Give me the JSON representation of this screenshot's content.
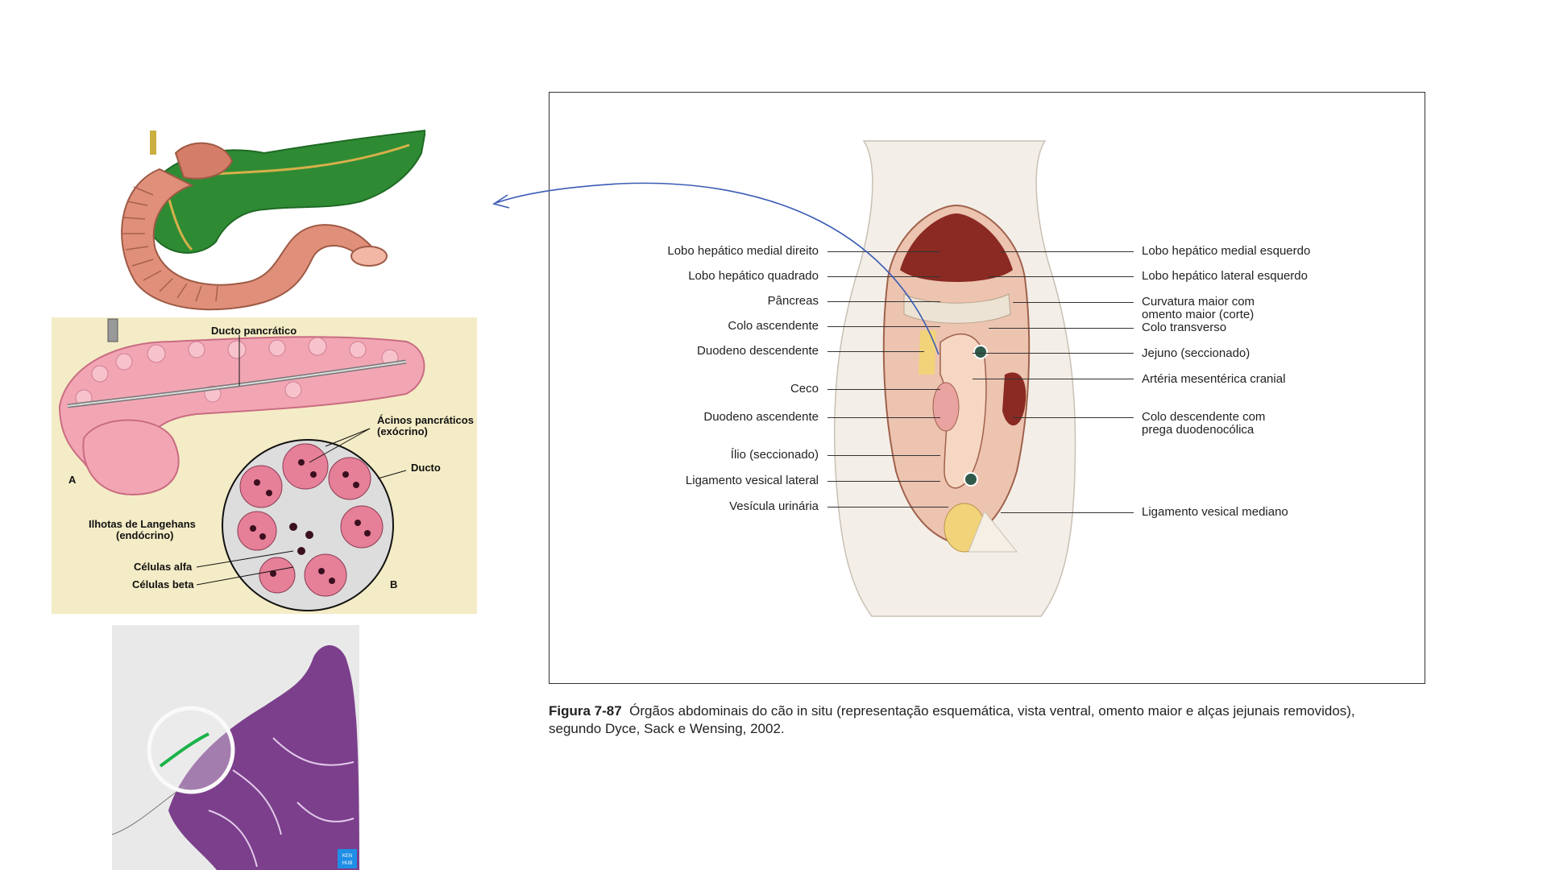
{
  "colors": {
    "pancreas_green": "#2e8b34",
    "duodenum_salmon": "#e0907a",
    "mid_panel_bg": "#f4ecc6",
    "histology_purple": "#7b3f8c",
    "arrow_blue": "#3b5bb5"
  },
  "middle_panel": {
    "ducto_pancreatico": "Ducto pancrático",
    "acinos_line1": "Ácinos pancráticos",
    "acinos_line2": "(exócrino)",
    "ducto": "Ducto",
    "label_a": "A",
    "ilhotas_line1": "Ilhotas de Langehans",
    "ilhotas_line2": "(endócrino)",
    "celulas_alfa": "Células alfa",
    "celulas_beta": "Células beta",
    "label_b": "B"
  },
  "histology": {
    "badge_line1": "KEN",
    "badge_line2": "HUB"
  },
  "figure": {
    "left_labels": [
      "Lobo hepático medial direito",
      "Lobo hepático quadrado",
      "Pâncreas",
      "Colo ascendente",
      "Duodeno descendente",
      "Ceco",
      "Duodeno ascendente",
      "Ílio (seccionado)",
      "Ligamento vesical lateral",
      "Vesícula urinária"
    ],
    "right_labels": [
      "Lobo hepático medial esquerdo",
      "Lobo hepático lateral esquerdo",
      "Curvatura maior com",
      "omento maior (corte)",
      "Colo transverso",
      "Jejuno (seccionado)",
      "Artéria mesentérica cranial",
      "Colo descendente com",
      "prega duodenocólica",
      "Ligamento vesical mediano"
    ],
    "caption_bold": "Figura 7-87",
    "caption_line1": "Órgãos abdominais do cão in situ (representação esquemática, vista ventral, omento maior e alças jejunais removidos),",
    "caption_line2": "segundo Dyce, Sack e Wensing, 2002."
  }
}
